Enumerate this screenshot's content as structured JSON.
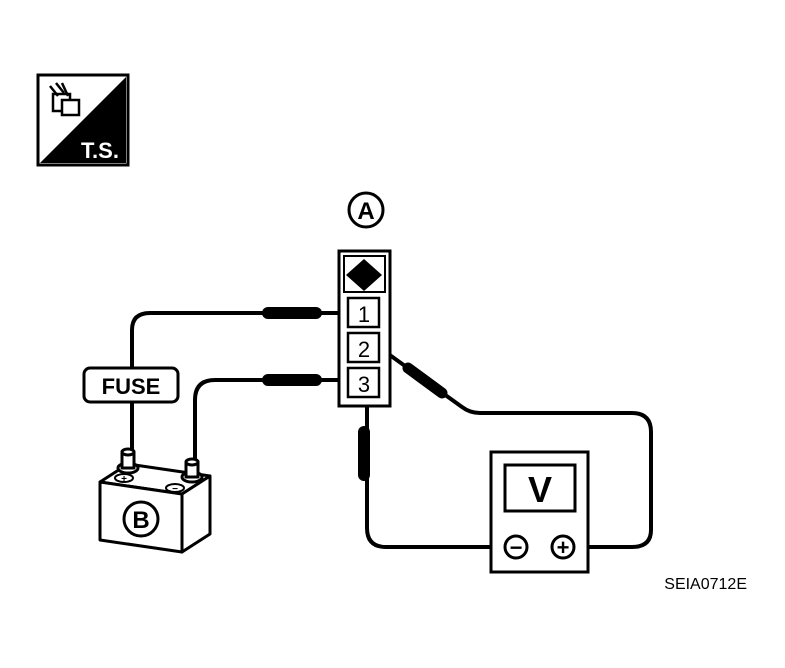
{
  "badge": {
    "text": "T.S.",
    "icon": "connector-icon"
  },
  "connector": {
    "label": "A",
    "pins": [
      "1",
      "2",
      "3"
    ]
  },
  "fuse": {
    "label": "FUSE"
  },
  "battery": {
    "label": "B",
    "terminal_plus": "+",
    "terminal_minus": "−"
  },
  "voltmeter": {
    "label": "V",
    "probe_minus": "−",
    "probe_plus": "+"
  },
  "figure_id": "SEIA0712E"
}
